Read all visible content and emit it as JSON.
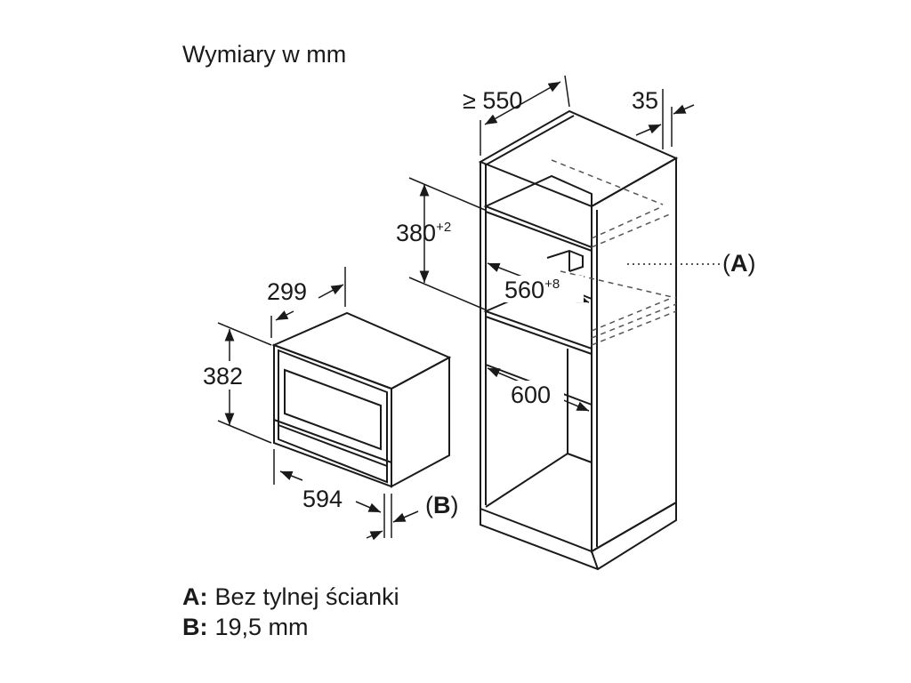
{
  "title": "Wymiary w mm",
  "dimensions": {
    "cabinet_depth": "≥ 550",
    "cabinet_gap": "35",
    "niche_height": "380",
    "niche_height_tol": "+2",
    "niche_width": "560",
    "niche_width_tol": "+8",
    "cabinet_width": "600",
    "oven_depth": "299",
    "oven_height": "382",
    "oven_width": "594"
  },
  "markers": {
    "a": "(A)",
    "a_letter": "A",
    "b": "(B)",
    "b_letter": "B"
  },
  "legend": {
    "a_key": "A:",
    "a_text": "Bez tylnej ścianki",
    "b_key": "B:",
    "b_text": "19,5 mm"
  }
}
